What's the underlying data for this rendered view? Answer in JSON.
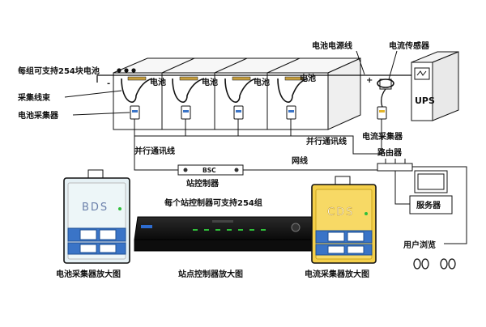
{
  "labels": {
    "group_capacity": "每组可支持254块电池",
    "bundle": "采集线束",
    "collector": "电池采集器",
    "battery": "电池",
    "power_line": "电池电源线",
    "current_sensor": "电流传感器",
    "parallel_bus_right": "并行通讯线",
    "current_collector": "电流采集器",
    "parallel_bus_left": "并行通讯线",
    "station_controller": "站控制器",
    "network": "网线",
    "router": "路由器",
    "per_controller": "每个站控制器可支持254组",
    "server": "服务器",
    "user_view": "用户浏览",
    "bds_zoom": "电池采集器放大图",
    "controller_zoom": "站点控制器放大图",
    "cds_zoom": "电流采集器放大图"
  },
  "devices": {
    "ups": "UPS",
    "bsc": "BSC",
    "bds": "BDS",
    "cds": "CDS",
    "plus": "+",
    "minus": "-"
  },
  "colors": {
    "bds_face": "#e6f1f5",
    "cds_face": "#f4cf4a",
    "controller": "#161616",
    "line": "#111111",
    "led_green": "#2fbf3a"
  }
}
